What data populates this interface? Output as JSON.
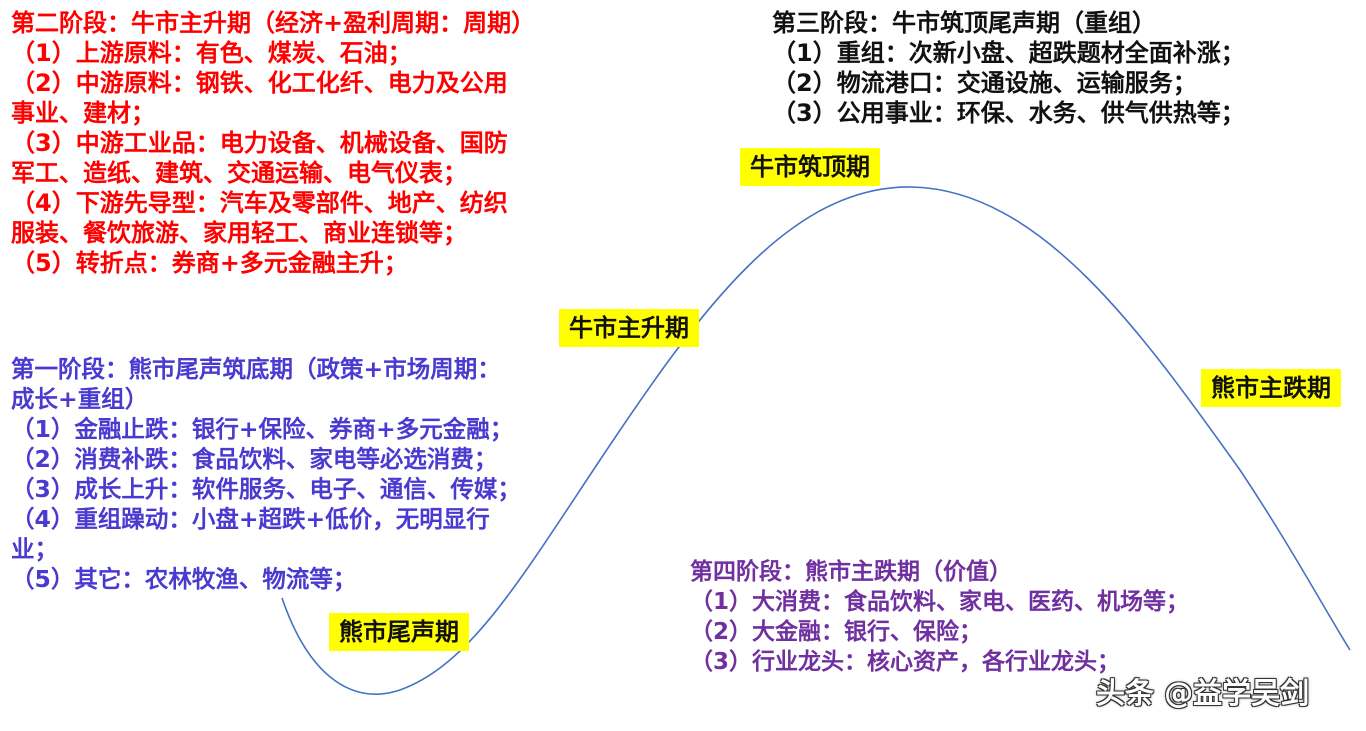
{
  "stage2": {
    "title": "第二阶段：牛市主升期（经济+盈利周期：周期）",
    "lines": [
      "（1）上游原料：有色、煤炭、石油；",
      "（2）中游原料：钢铁、化工化纤、电力及公用",
      "事业、建材；",
      "（3）中游工业品：电力设备、机械设备、国防",
      "军工、造纸、建筑、交通运输、电气仪表；",
      "（4）下游先导型：汽车及零部件、地产、纺织",
      "服装、餐饮旅游、家用轻工、商业连锁等；",
      "（5）转折点：券商+多元金融主升；"
    ]
  },
  "stage3": {
    "title": "第三阶段：牛市筑顶尾声期（重组）",
    "lines": [
      "（1）重组：次新小盘、超跌题材全面补涨；",
      "（2）物流港口：交通设施、运输服务；",
      "（3）公用事业：环保、水务、供气供热等；"
    ]
  },
  "stage1": {
    "title": "第一阶段：熊市尾声筑底期（政策+市场周期：",
    "lines": [
      "成长+重组）",
      "（1）金融止跌：银行+保险、券商+多元金融；",
      "（2）消费补跌：食品饮料、家电等必选消费；",
      "（3）成长上升：软件服务、电子、通信、传媒；",
      "（4）重组躁动：小盘+超跌+低价，无明显行",
      "业；",
      "（5）其它：农林牧渔、物流等；"
    ]
  },
  "stage4": {
    "title": "第四阶段：熊市主跌期（价值）",
    "lines": [
      "（1）大消费：食品饮料、家电、医药、机场等；",
      "（2）大金融：银行、保险；",
      "（3）行业龙头：核心资产，各行业龙头；"
    ]
  },
  "labels": {
    "bull_top": "牛市筑顶期",
    "bull_rise": "牛市主升期",
    "bear_fall": "熊市主跌期",
    "bear_end": "熊市尾声期"
  },
  "watermark": "头条 @益学吴剑",
  "colors": {
    "stage2": "#ff0000",
    "stage1": "#4a3ad0",
    "stage3": "#111111",
    "stage4": "#7030a0",
    "label_bg": "#ffff00",
    "curve": "#4472c4"
  }
}
